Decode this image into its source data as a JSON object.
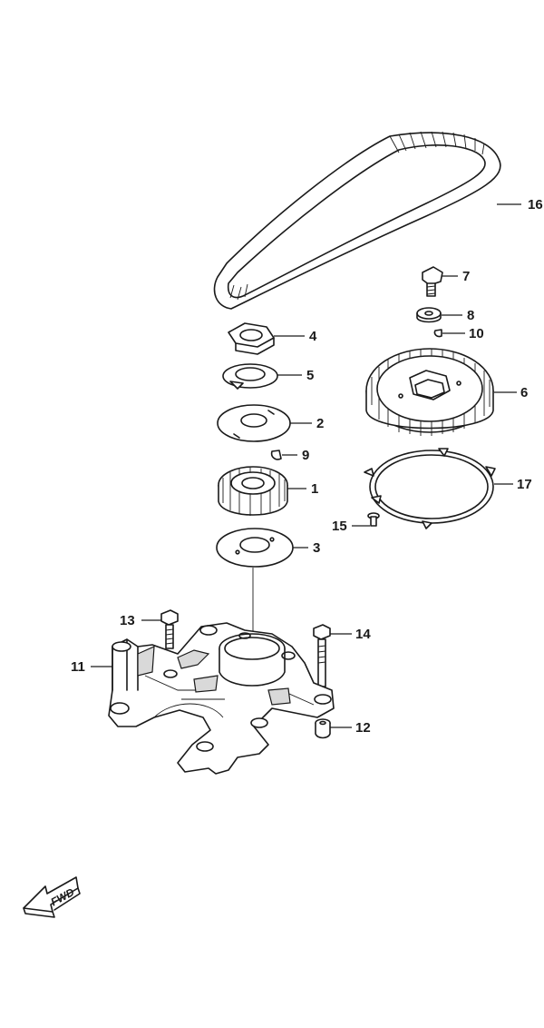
{
  "labels": {
    "p1": "1",
    "p2": "2",
    "p3": "3",
    "p4": "4",
    "p5": "5",
    "p6": "6",
    "p7": "7",
    "p8": "8",
    "p9": "9",
    "p10": "10",
    "p11": "11",
    "p12": "12",
    "p13": "13",
    "p14": "14",
    "p15": "15",
    "p16": "16",
    "p17": "17"
  },
  "fwd_label": "FWD"
}
